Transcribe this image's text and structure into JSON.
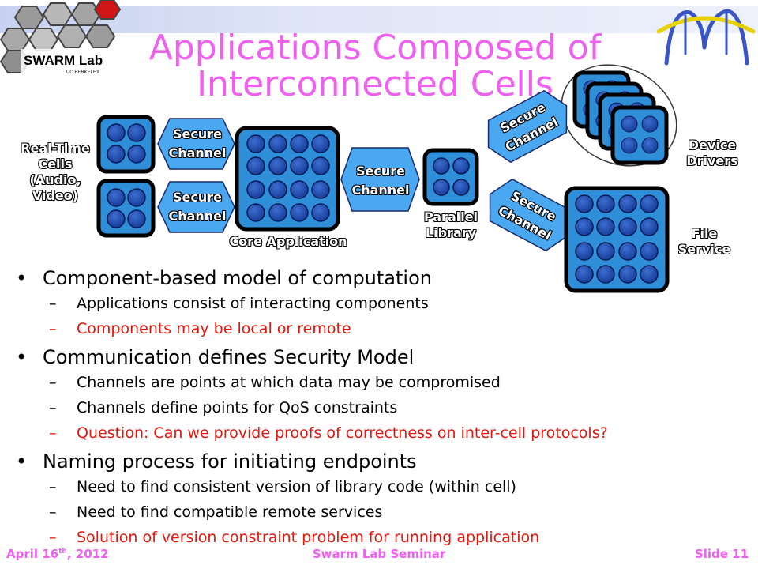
{
  "slide": {
    "title_line1": "Applications Composed of",
    "title_line2": "Interconnected Cells",
    "logo_left_text": "SWARM Lab",
    "logo_left_sub": "UC BERKELEY"
  },
  "diagram": {
    "realtime_label": [
      "Real-Time",
      "Cells",
      "(Audio,",
      "Video)"
    ],
    "channel_top": [
      "Secure",
      "Channel"
    ],
    "channel_bottom": [
      "Secure",
      "Channel"
    ],
    "channel_middle": [
      "Secure",
      "Channel"
    ],
    "channel_up": [
      "Secure",
      "Channel"
    ],
    "channel_down": [
      "Secure",
      "Channel"
    ],
    "core_label": "Core Application",
    "parallel_label": [
      "Parallel",
      "Library"
    ],
    "device_label": [
      "Device",
      "Drivers"
    ],
    "file_label": [
      "File",
      "Service"
    ]
  },
  "bullets": [
    {
      "text": "Component-based model of computation",
      "subs": [
        {
          "text": "Applications consist of interacting components",
          "color": "#000000"
        },
        {
          "text": "Components may be local or remote",
          "color": "#e8150c"
        }
      ]
    },
    {
      "text": "Communication defines Security Model",
      "subs": [
        {
          "text": "Channels are points at which data may be compromised",
          "color": "#000000"
        },
        {
          "text": "Channels define points for QoS constraints",
          "color": "#000000"
        },
        {
          "text": "Question: Can we provide proofs of correctness on inter-cell protocols?",
          "color": "#e8150c"
        }
      ]
    },
    {
      "text": "Naming process for initiating endpoints",
      "subs": [
        {
          "text": "Need to find consistent version of library code (within cell)",
          "color": "#000000"
        },
        {
          "text": "Need to find compatible remote services",
          "color": "#000000"
        },
        {
          "text": "Solution of version constraint problem for running application",
          "color": "#e8150c"
        }
      ]
    }
  ],
  "footer": {
    "date_main": "April 16",
    "date_sup": "th",
    "date_year": ", 2012",
    "title": "Swarm Lab Seminar",
    "slide": "Slide 11"
  },
  "colors": {
    "title": "#f060f0",
    "cell_fill": "#2e8fd8",
    "cell_dot": "#1f4aa8",
    "highlight": "#e8150c"
  }
}
